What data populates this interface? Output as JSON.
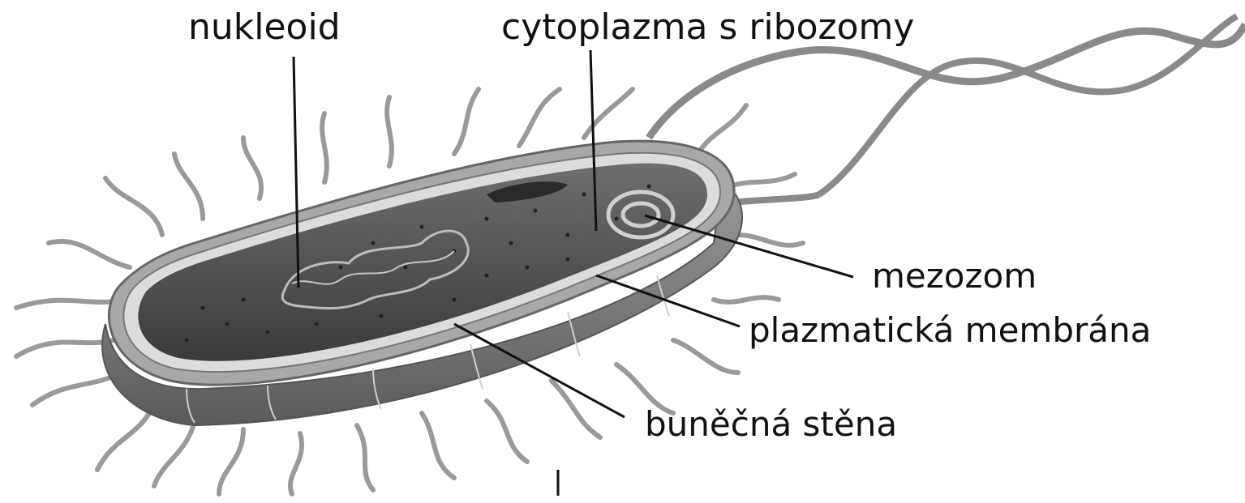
{
  "labels": {
    "nukleoid": "nukleoid",
    "cytoplasm": "cytoplazma s ribozomy",
    "mesosome": "mezozom",
    "plasma_membrane": "plazmatická membrána",
    "cell_wall": "buněčná stěna"
  },
  "colors": {
    "background": "#ffffff",
    "cytoplasm": "#4a4a4a",
    "capsule": "#8f8f8f",
    "membrane": "#d9d9d9",
    "pili": "#9a9a9a",
    "leader": "#111111"
  }
}
